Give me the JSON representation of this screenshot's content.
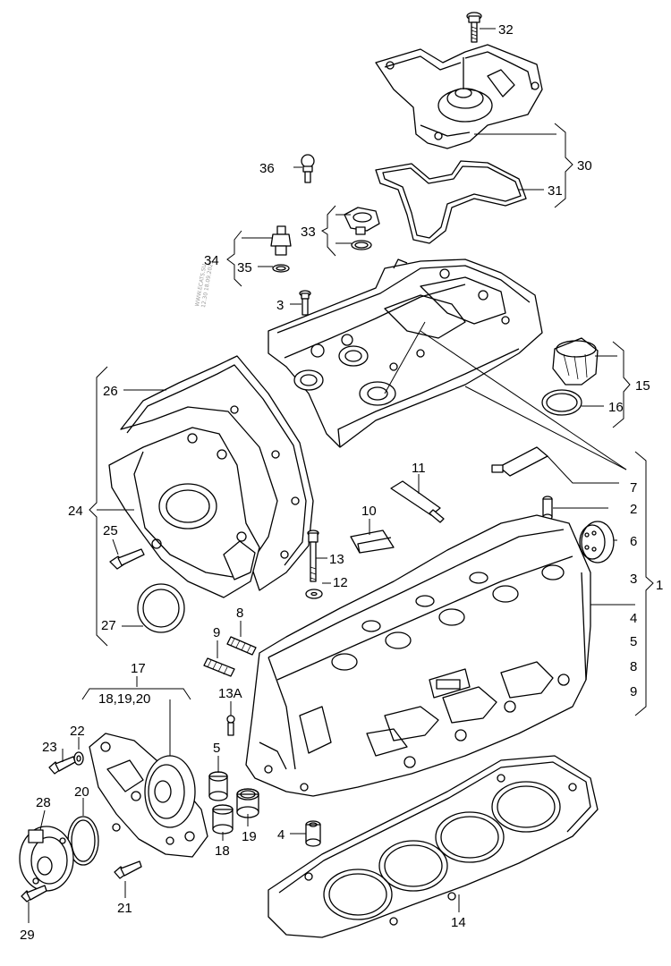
{
  "watermark": {
    "line1": "WWW.ECATS.SU",
    "line2": "12.30 18.09.2023"
  },
  "callouts": {
    "c1": "1",
    "c2": "2",
    "c3a": "3",
    "c3b": "3",
    "c4a": "4",
    "c4b": "4",
    "c5a": "5",
    "c5b": "5",
    "c6": "6",
    "c7": "7",
    "c8a": "8",
    "c8b": "8",
    "c9a": "9",
    "c9b": "9",
    "c10": "10",
    "c11": "11",
    "c12": "12",
    "c13": "13",
    "c13A": "13A",
    "c14": "14",
    "c15": "15",
    "c16": "16",
    "c17": "17",
    "c18_19_20": "18,19,20",
    "c18": "18",
    "c19": "19",
    "c20": "20",
    "c21": "21",
    "c22": "22",
    "c23": "23",
    "c24": "24",
    "c25": "25",
    "c26": "26",
    "c27": "27",
    "c28": "28",
    "c29": "29",
    "c30": "30",
    "c31": "31",
    "c32": "32",
    "c33": "33",
    "c34": "34",
    "c35": "35",
    "c36": "36"
  }
}
